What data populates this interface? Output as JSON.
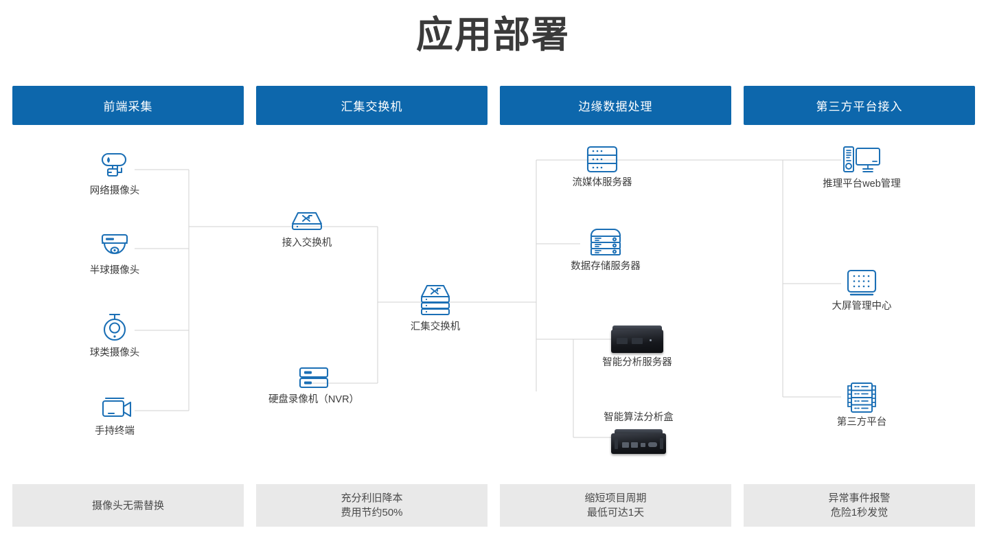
{
  "page": {
    "title": "应用部署"
  },
  "colors": {
    "header_blue": "#0d67ac",
    "icon_blue": "#1b6fb5",
    "wire_gray": "#d2d2d2",
    "footer_bg": "#e9e9e9"
  },
  "columns": [
    {
      "header": "前端采集",
      "footer": [
        "摄像头无需替换"
      ]
    },
    {
      "header": "汇集交换机",
      "footer": [
        "充分利旧降本",
        "费用节约50%"
      ]
    },
    {
      "header": "边缘数据处理",
      "footer": [
        "缩短项目周期",
        "最低可达1天"
      ]
    },
    {
      "header": "第三方平台接入",
      "footer": [
        "异常事件报警",
        "危险1秒发觉"
      ]
    }
  ],
  "nodes": {
    "ipcam": {
      "label": "网络摄像头",
      "icon": "bullet-camera-icon"
    },
    "domecam": {
      "label": "半球摄像头",
      "icon": "dome-camera-icon"
    },
    "ptzcam": {
      "label": "球类摄像头",
      "icon": "ptz-camera-icon"
    },
    "handheld": {
      "label": "手持终端",
      "icon": "handheld-camera-icon"
    },
    "access_switch": {
      "label": "接入交换机",
      "icon": "switch-icon"
    },
    "nvr": {
      "label": "硬盘录像机（NVR）",
      "icon": "nvr-icon"
    },
    "agg_switch": {
      "label": "汇集交换机",
      "icon": "stacked-switch-icon"
    },
    "stream_server": {
      "label": "流媒体服务器",
      "icon": "rack-server-icon"
    },
    "storage_server": {
      "label": "数据存储服务器",
      "icon": "storage-server-icon"
    },
    "ai_server": {
      "label": "智能分析服务器",
      "icon": "ai-server-photo"
    },
    "ai_box": {
      "label": "智能算法分析盒",
      "icon": "ai-box-photo"
    },
    "web_mgmt": {
      "label": "推理平台web管理",
      "icon": "desktop-tower-icon"
    },
    "video_wall": {
      "label": "大屏管理中心",
      "icon": "video-wall-icon"
    },
    "third_party": {
      "label": "第三方平台",
      "icon": "platform-rack-icon"
    }
  },
  "chart_data": {
    "type": "diagram",
    "title": "应用部署",
    "stages": [
      "前端采集",
      "汇集交换机",
      "边缘数据处理",
      "第三方平台接入"
    ],
    "links": [
      "网络摄像头 → 接入交换机",
      "半球摄像头 → 接入交换机",
      "球类摄像头 → 接入交换机",
      "手持终端 → 接入交换机",
      "接入交换机 → 汇集交换机",
      "硬盘录像机（NVR） → 汇集交换机",
      "汇集交换机 → 流媒体服务器",
      "汇集交换机 → 数据存储服务器",
      "汇集交换机 → 智能分析服务器",
      "汇集交换机 → 智能算法分析盒",
      "边缘数据处理 → 推理平台web管理",
      "边缘数据处理 → 大屏管理中心",
      "边缘数据处理 → 第三方平台"
    ]
  }
}
